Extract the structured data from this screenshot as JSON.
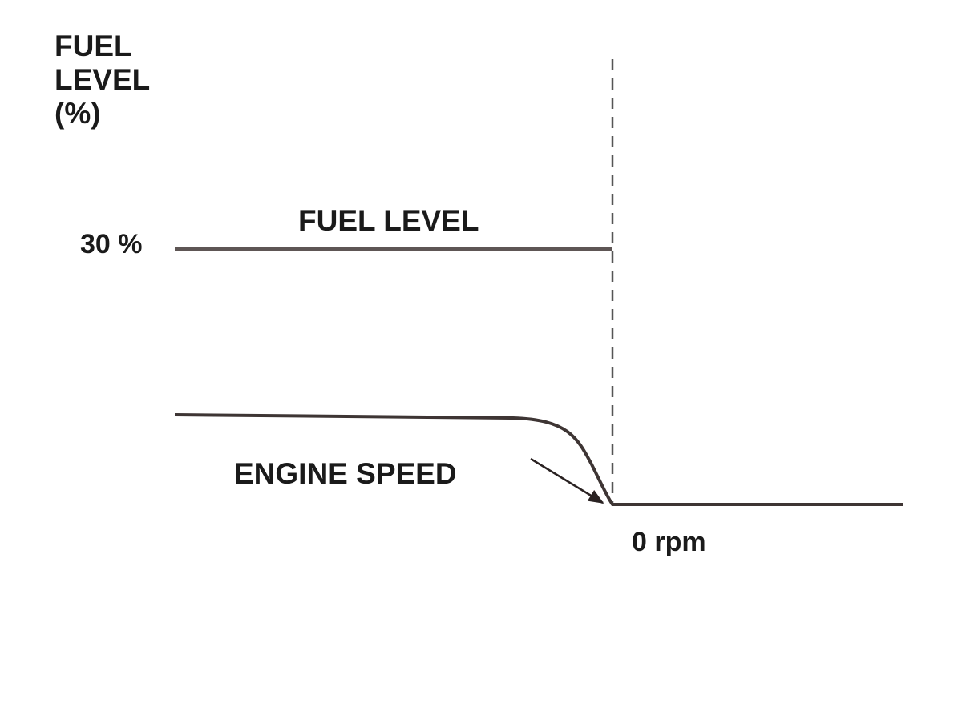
{
  "y_axis": {
    "label_lines": [
      "FUEL",
      "LEVEL",
      "(%)"
    ]
  },
  "fuel_level": {
    "name": "FUEL LEVEL",
    "level_label": "30 %"
  },
  "engine_speed": {
    "name": "ENGINE SPEED",
    "end_label": "0 rpm"
  },
  "colors": {
    "fuel_line": "#5e5655",
    "engine_line": "#3e3534",
    "marker_line": "#555555",
    "arrow": "#2a2222",
    "text": "#1a1a1a"
  }
}
